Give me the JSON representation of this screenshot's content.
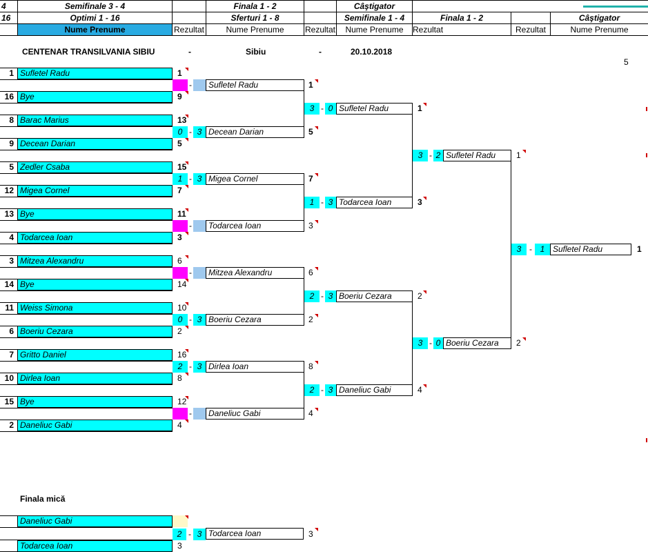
{
  "header": {
    "row1": {
      "count": "4",
      "c1": "Semifinale 3 - 4",
      "c2": "Finala 1 - 2",
      "c3": "Câştigator"
    },
    "row2": {
      "count": "16",
      "c1": "Optimi 1 - 16",
      "c2": "Sferturi 1 - 8",
      "c3": "Semifinale 1 - 4",
      "c4": "Finala 1 - 2",
      "c5": "Câştigator"
    },
    "row3": {
      "nume": "Nume Prenume",
      "rezultat": "Rezultat"
    }
  },
  "event": {
    "name": "CENTENAR TRANSILVANIA SIBIU",
    "sep": "-",
    "city": "Sibiu",
    "date": "20.10.2018"
  },
  "corner_number": "5",
  "round16": [
    {
      "seed": "1",
      "name": "Sufletel Radu",
      "score": "1",
      "bold": true
    },
    {
      "seed": "16",
      "name": "Bye",
      "score": "9",
      "bold": true
    },
    {
      "seed": "8",
      "name": "Barac Marius",
      "score": "13",
      "bold": true
    },
    {
      "seed": "9",
      "name": "Decean Darian",
      "score": "5",
      "bold": true
    },
    {
      "seed": "5",
      "name": "Zedler Csaba",
      "score": "15",
      "bold": true
    },
    {
      "seed": "12",
      "name": "Migea Cornel",
      "score": "7",
      "bold": true
    },
    {
      "seed": "13",
      "name": "Bye",
      "score": "11",
      "bold": true
    },
    {
      "seed": "4",
      "name": "Todarcea Ioan",
      "score": "3",
      "bold": true
    },
    {
      "seed": "3",
      "name": "Mitzea Alexandru",
      "score": "6",
      "bold": false
    },
    {
      "seed": "14",
      "name": "Bye",
      "score": "14",
      "bold": false
    },
    {
      "seed": "11",
      "name": "Weiss Simona",
      "score": "10",
      "bold": false
    },
    {
      "seed": "6",
      "name": "Boeriu Cezara",
      "score": "2",
      "bold": false
    },
    {
      "seed": "7",
      "name": "Gritto Daniel",
      "score": "16",
      "bold": false
    },
    {
      "seed": "10",
      "name": "Dirlea Ioan",
      "score": "8",
      "bold": false
    },
    {
      "seed": "15",
      "name": "Bye",
      "score": "12",
      "bold": false
    },
    {
      "seed": "2",
      "name": "Daneliuc Gabi",
      "score": "4",
      "bold": false
    }
  ],
  "quarters": [
    {
      "s1": "",
      "s2": "",
      "bye": true,
      "name": "Sufletel Radu",
      "score": "1",
      "bold": true
    },
    {
      "s1": "0",
      "s2": "3",
      "bye": false,
      "name": "Decean Darian",
      "score": "5",
      "bold": true
    },
    {
      "s1": "1",
      "s2": "3",
      "bye": false,
      "name": "Migea Cornel",
      "score": "7",
      "bold": true
    },
    {
      "s1": "",
      "s2": "",
      "bye": true,
      "name": "Todarcea Ioan",
      "score": "3",
      "bold": false
    },
    {
      "s1": "",
      "s2": "",
      "bye": true,
      "name": "Mitzea Alexandru",
      "score": "6",
      "bold": false
    },
    {
      "s1": "0",
      "s2": "3",
      "bye": false,
      "name": "Boeriu Cezara",
      "score": "2",
      "bold": false
    },
    {
      "s1": "2",
      "s2": "3",
      "bye": false,
      "name": "Dirlea Ioan",
      "score": "8",
      "bold": false
    },
    {
      "s1": "",
      "s2": "",
      "bye": true,
      "name": "Daneliuc Gabi",
      "score": "4",
      "bold": false
    }
  ],
  "semis": [
    {
      "s1": "3",
      "s2": "0",
      "name": "Sufletel Radu",
      "score": "1",
      "bold": true
    },
    {
      "s1": "1",
      "s2": "3",
      "name": "Todarcea Ioan",
      "score": "3",
      "bold": true
    },
    {
      "s1": "2",
      "s2": "3",
      "name": "Boeriu Cezara",
      "score": "2",
      "bold": false
    },
    {
      "s1": "2",
      "s2": "3",
      "name": "Daneliuc Gabi",
      "score": "4",
      "bold": false
    }
  ],
  "finals": [
    {
      "s1": "3",
      "s2": "2",
      "name": "Sufletel Radu",
      "score": "1",
      "bold": false
    },
    {
      "s1": "3",
      "s2": "0",
      "name": "Boeriu Cezara",
      "score": "2",
      "bold": false
    }
  ],
  "champion": {
    "s1": "3",
    "s2": "1",
    "name": "Sufletel Radu",
    "score": "1",
    "bold": true
  },
  "small_final": {
    "title": "Finala mică",
    "p1": "Daneliuc Gabi",
    "p2": "Todarcea Ioan",
    "p2_score": "3",
    "s1": "2",
    "s2": "3",
    "winner": "Todarcea Ioan",
    "winner_score": "3"
  },
  "dash": "-",
  "colors": {
    "cyan": "#00ffff",
    "header_blue": "#29abe2",
    "magenta": "#ff00ff",
    "light_blue": "#9fc9ee",
    "teal": "#20b2aa",
    "red_mark": "#d00000"
  }
}
